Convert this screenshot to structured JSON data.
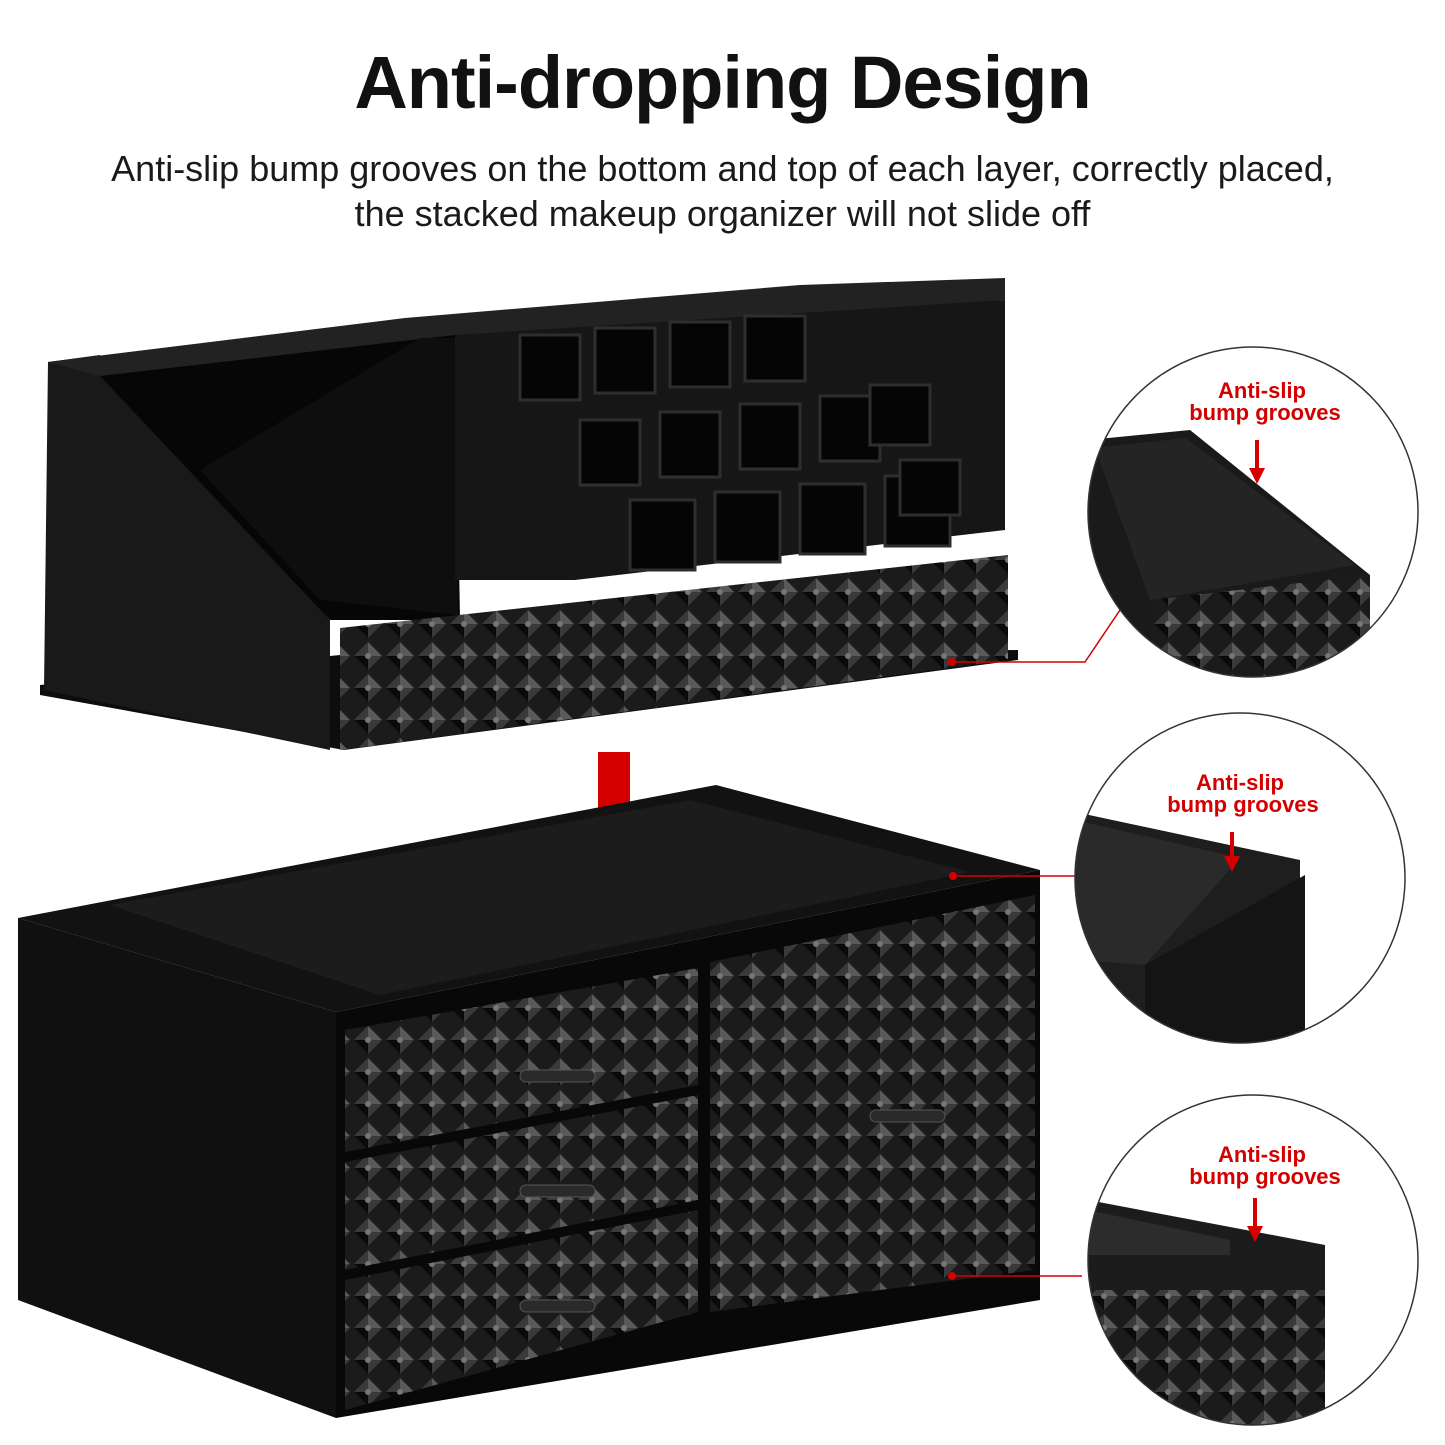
{
  "header": {
    "title": "Anti-dropping Design",
    "subtitle_line1": "Anti-slip bump grooves on the bottom and top of each layer, correctly placed,",
    "subtitle_line2": "the stacked makeup organizer will not slide off"
  },
  "callouts": [
    {
      "line1": "Anti-slip",
      "line2": "bump grooves"
    },
    {
      "line1": "Anti-slip",
      "line2": "bump grooves"
    },
    {
      "line1": "Anti-slip",
      "line2": "bump grooves"
    }
  ],
  "colors": {
    "accent": "#d40000",
    "product": "#141414",
    "background": "#ffffff"
  }
}
